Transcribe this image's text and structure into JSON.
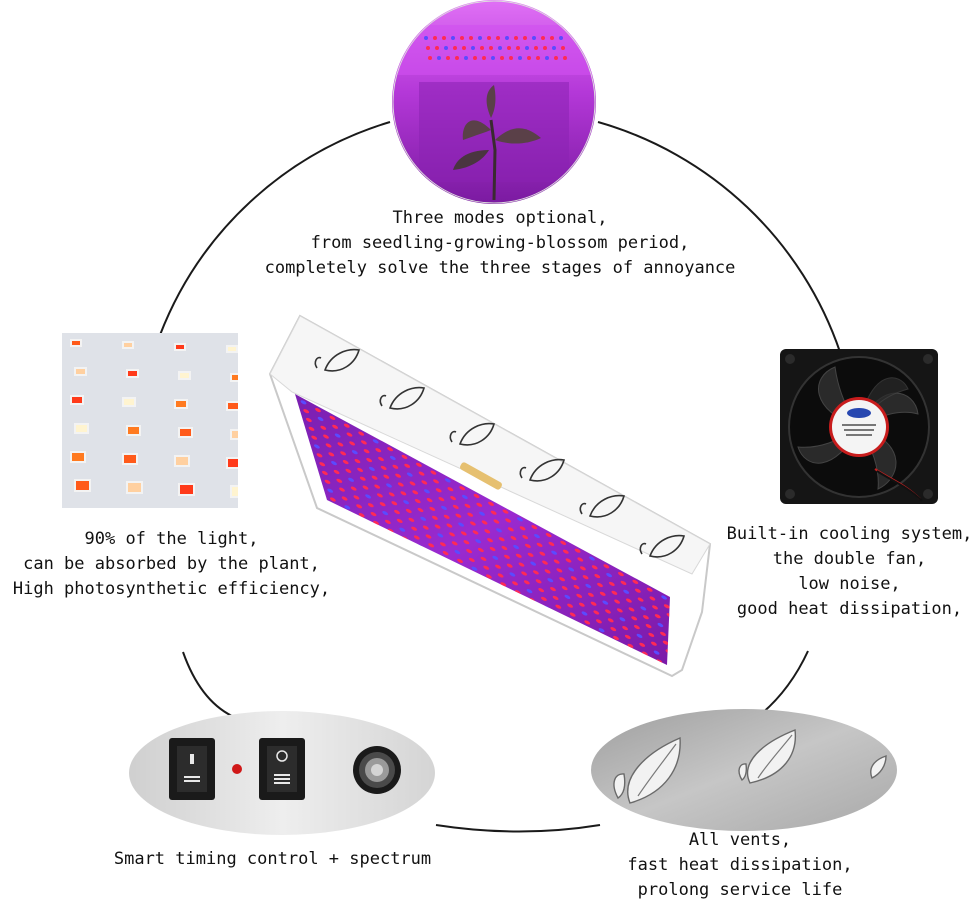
{
  "features": {
    "modes": {
      "icon": "purple-grow-tent-plant-photo",
      "lines": [
        "Three modes optional,",
        "from seedling-growing-blossom period,",
        "completely solve the three stages of annoyance"
      ]
    },
    "absorption": {
      "icon": "led-chip-closeup-photo",
      "lines": [
        "90% of the light,",
        "can be absorbed by the plant,",
        "High photosynthetic efficiency,"
      ]
    },
    "cooling": {
      "icon": "cooling-fan-photo",
      "lines": [
        "Built-in cooling system,",
        "the double fan,",
        "low noise,",
        "good heat dissipation,"
      ]
    },
    "timing": {
      "icon": "switch-panel-photo",
      "lines": [
        "Smart timing control + spectrum"
      ]
    },
    "vents": {
      "icon": "leaf-vents-photo",
      "lines": [
        "All vents,",
        "fast heat dissipation,",
        "prolong service life"
      ]
    }
  },
  "product": {
    "icon": "led-grow-light-panel"
  },
  "colors": {
    "ring": "#1a1a1a",
    "purple_glow": "#c040e8",
    "led_red": "#ff2a55",
    "led_blue": "#5a4bff",
    "chip_orange": "#ff6a1a"
  }
}
